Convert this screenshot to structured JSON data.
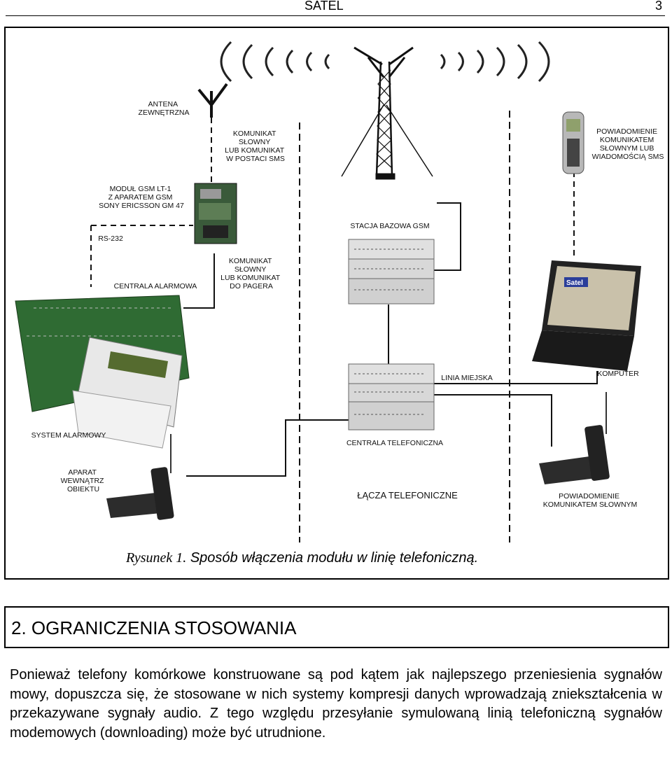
{
  "header": {
    "title": "SATEL",
    "page_number": "3"
  },
  "figure": {
    "labels": {
      "antenna": [
        "ANTENA",
        "ZEWNĘTRZNA"
      ],
      "voice_or_sms": [
        "KOMUNIKAT",
        "SŁOWNY",
        "LUB KOMUNIKAT",
        "W POSTACI SMS"
      ],
      "gsm_module": [
        "MODUŁ GSM LT-1",
        "Z APARATEM GSM",
        "SONY ERICSSON GM 47"
      ],
      "rs232": [
        "RS-232"
      ],
      "voice_or_pager": [
        "KOMUNIKAT",
        "SŁOWNY",
        "LUB KOMUNIKAT",
        "DO PAGERA"
      ],
      "alarm_panel": [
        "CENTRALA ALARMOWA"
      ],
      "alarm_system": [
        "SYSTEM ALARMOWY"
      ],
      "internal_phone": [
        "APARAT",
        "WEWNĄTRZ",
        "OBIEKTU"
      ],
      "base_station": [
        "STACJA BAZOWA GSM"
      ],
      "city_line": [
        "LINIA MIEJSKA"
      ],
      "phone_exchange": [
        "CENTRALA TELEFONICZNA"
      ],
      "phone_links": [
        "ŁĄCZA TELEFONICZNE"
      ],
      "sms_notify": [
        "POWIADOMIENIE",
        "KOMUNIKATEM",
        "SŁOWNYM LUB",
        "WIADOMOŚCIĄ SMS"
      ],
      "computer": [
        "KOMPUTER"
      ],
      "voice_notify": [
        "POWIADOMIENIE",
        "KOMUNIKATEM SŁOWNYM"
      ]
    },
    "screen_brand": "Satel"
  },
  "caption": {
    "prefix": "Rysunek 1.",
    "text": "Sposób włączenia modułu w linię telefoniczną."
  },
  "section": {
    "title": "2. OGRANICZENIA STOSOWANIA"
  },
  "paragraph": "Ponieważ telefony komórkowe konstruowane są pod kątem jak najlepszego przeniesienia sygnałów mowy, dopuszcza się, że stosowane w nich systemy kompresji danych wprowadzają zniekształcenia w przekazywane sygnały audio. Z tego względu przesyłanie symulowaną linią telefoniczną sygnałów modemowych (downloading) może być utrudnione."
}
